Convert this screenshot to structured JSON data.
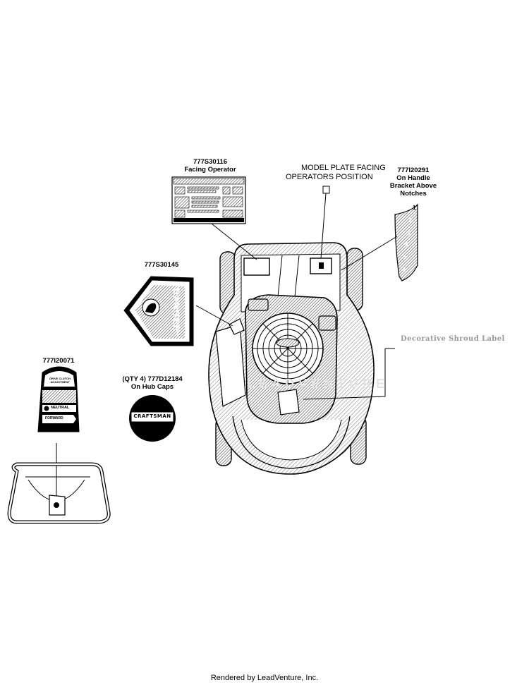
{
  "labels": {
    "facing_operator_part": "777S30116",
    "facing_operator_desc": "Facing Operator",
    "model_plate_line1": "MODEL PLATE FACING",
    "model_plate_line2": "OPERATORS POSITION",
    "handle_bracket_part": "777I20291",
    "handle_bracket_line1": "On Handle",
    "handle_bracket_line2": "Bracket Above",
    "handle_bracket_line3": "Notches",
    "danger_part": "777S30145",
    "shroud_label": "Decorative Shroud Label",
    "drive_part": "777I20071",
    "hubcap_line1": "(QTY 4) 777D12184",
    "hubcap_line2": "On Hub Caps"
  },
  "decal_text": {
    "danger_word": "DANGER",
    "danger_sub": "KEEP HANDS AND FEET AWAY",
    "brand": "CRAFTSMAN",
    "neutral": "NEUTRAL",
    "forward": "FORWARD",
    "drive_header": "DRIVE CLUTCH ADJUSTMENT",
    "notch_numbers": [
      "1",
      "2",
      "3",
      "4",
      "5",
      "6"
    ]
  },
  "watermark": "LEADVENTURE",
  "footer": "Rendered by LeadVenture, Inc."
}
